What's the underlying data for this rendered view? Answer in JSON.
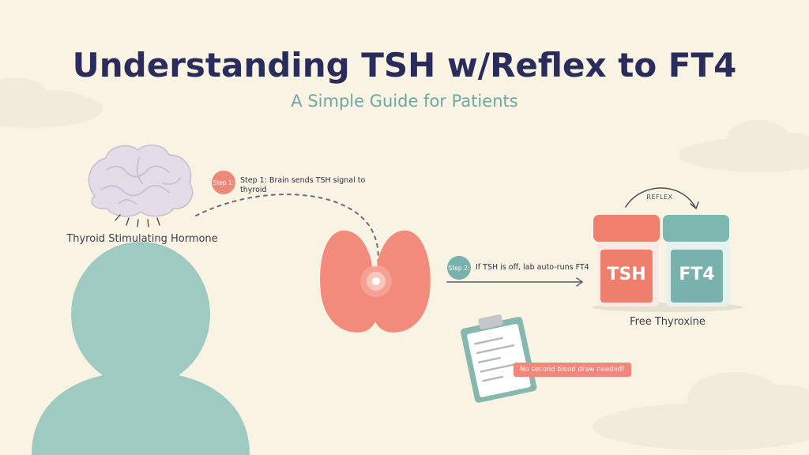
{
  "title": "Understanding TSH w/Reflex to FT4",
  "subtitle": "A Simple Guide for Patients",
  "brain_label": "Thyroid Stimulating Hormone",
  "step1": {
    "badge": "Step 1:",
    "prefix": "Step 1",
    "text": ": Brain sends TSH signal to thyroid"
  },
  "step2": {
    "badge": "Step 2:",
    "text": "If TSH is off, lab auto-runs FT4"
  },
  "tubes": {
    "tsh": "TSH",
    "ft4": "FT4",
    "reflex": "REFLEX",
    "caption": "Free Thyroxine"
  },
  "note": "No second blood draw needed!",
  "colors": {
    "background": "#f8f3e3",
    "title": "#2a2c5c",
    "subtitle": "#6ea8a4",
    "coral": "#ee8878",
    "teal": "#79b2ac",
    "silhouette": "#9fcac1",
    "brain": "#e4dde8"
  },
  "icons": [
    "brain-icon",
    "thyroid-icon",
    "person-silhouette-icon",
    "clipboard-icon",
    "arrow-icon",
    "cloud-icon"
  ]
}
